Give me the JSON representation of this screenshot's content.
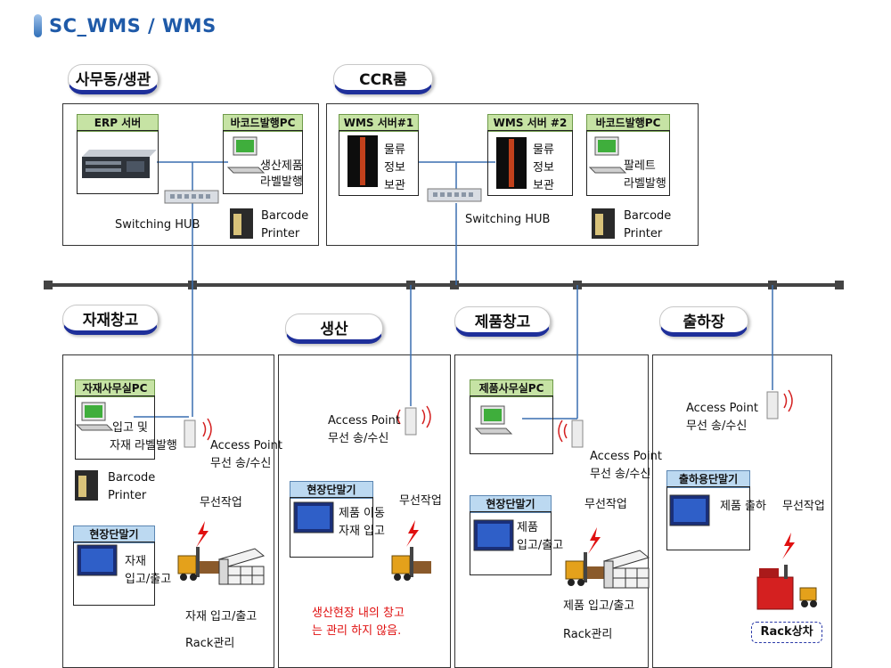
{
  "title": "SC_WMS  /  WMS",
  "zones": {
    "office": {
      "tab": "사무동/생관",
      "erp_server": "ERP 서버",
      "barcode_pc": "바코드발행PC",
      "pc_text_1": "생산제품",
      "pc_text_2": "라벨발행",
      "hub": "Switching HUB",
      "printer_1": "Barcode",
      "printer_2": "Printer"
    },
    "ccr": {
      "tab": "CCR룸",
      "server1": "WMS 서버#1",
      "server1_text": [
        "물류",
        "정보",
        "보관"
      ],
      "server2": "WMS 서버 #2",
      "server2_text": [
        "물류",
        "정보",
        "보관"
      ],
      "barcode_pc": "바코드발행PC",
      "pc_text_1": "팔레트",
      "pc_text_2": "라벨발행",
      "hub": "Switching HUB",
      "printer_1": "Barcode",
      "printer_2": "Printer"
    },
    "material": {
      "tab": "자재창고",
      "office_pc": "자재사무실PC",
      "pc_text_1": "입고 및",
      "pc_text_2": "자재 라벨발행",
      "ap_1": "Access Point",
      "ap_2": "무선 송/수신",
      "printer_1": "Barcode",
      "printer_2": "Printer",
      "terminal": "현장단말기",
      "terminal_text_1": "자재",
      "terminal_text_2": "입고/출고",
      "wireless": "무선작업",
      "work": "자재 입고/출고",
      "rack": "Rack관리"
    },
    "production": {
      "tab": "생산",
      "ap_1": "Access Point",
      "ap_2": "무선 송/수신",
      "terminal": "현장단말기",
      "terminal_text_1": "제품 이동",
      "terminal_text_2": "자재 입고",
      "wireless": "무선작업",
      "note_1": "생산현장 내의 창고",
      "note_2": "는 관리 하지 않음."
    },
    "product": {
      "tab": "제품창고",
      "office_pc": "제품사무실PC",
      "ap_1": "Access Point",
      "ap_2": "무선 송/수신",
      "terminal": "현장단말기",
      "terminal_text_1": "제품",
      "terminal_text_2": "입고/출고",
      "wireless": "무선작업",
      "work": "제품 입고/출고",
      "rack": "Rack관리"
    },
    "shipping": {
      "tab": "출하장",
      "ap_1": "Access Point",
      "ap_2": "무선 송/수신",
      "terminal": "출하용단말기",
      "terminal_text": "제품 출하",
      "wireless": "무선작업",
      "rack_loading": "Rack상차"
    }
  },
  "colors": {
    "tab_underline": "#1e2f9a",
    "label_bg": "#c6e3a4",
    "network_line": "#3a6fb0",
    "bus": "#444444",
    "note": "#e01010"
  }
}
